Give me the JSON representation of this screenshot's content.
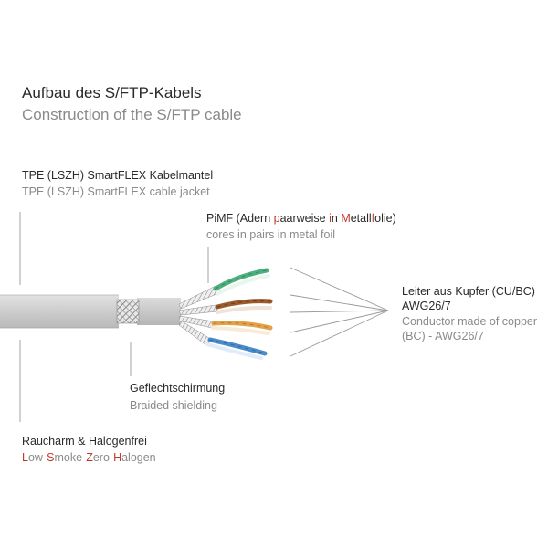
{
  "header": {
    "title_de": "Aufbau des S/FTP-Kabels",
    "title_en": "Construction of the S/FTP cable"
  },
  "labels": {
    "jacket": {
      "de": "TPE (LSZH) SmartFLEX Kabelmantel",
      "en": "TPE (LSZH) SmartFLEX cable jacket"
    },
    "pimf": {
      "de_parts": [
        {
          "text": "PiMF (Adern ",
          "hl": false
        },
        {
          "text": "p",
          "hl": true
        },
        {
          "text": "aarweise ",
          "hl": false
        },
        {
          "text": "i",
          "hl": true
        },
        {
          "text": "n ",
          "hl": false
        },
        {
          "text": "M",
          "hl": true
        },
        {
          "text": "etall",
          "hl": false
        },
        {
          "text": "f",
          "hl": true
        },
        {
          "text": "olie)",
          "hl": false
        }
      ],
      "en": "cores in pairs in metal foil"
    },
    "conductor": {
      "de_line1": "Leiter aus Kupfer (CU/BC)",
      "de_line2": "AWG26/7",
      "en_line1": "Conductor made of copper",
      "en_line2": "(BC) - AWG26/7"
    },
    "braid": {
      "de": "Geflechtschirmung",
      "en": "Braided shielding"
    },
    "lszh": {
      "de": "Raucharm & Halogenfrei",
      "en_parts": [
        {
          "text": "L",
          "hl": true
        },
        {
          "text": "ow-",
          "hl": false
        },
        {
          "text": "S",
          "hl": true
        },
        {
          "text": "moke-",
          "hl": false
        },
        {
          "text": "Z",
          "hl": true
        },
        {
          "text": "ero-",
          "hl": false
        },
        {
          "text": "H",
          "hl": true
        },
        {
          "text": "alogen",
          "hl": false
        }
      ]
    }
  },
  "colors": {
    "jacket": "#c9c9c9",
    "leader": "#9a9a9a",
    "highlight": "#c0392b",
    "pair_green": "#4caf7d",
    "pair_brown": "#9b5a2c",
    "pair_orange": "#e2a24c",
    "pair_blue": "#4a8cc9"
  }
}
